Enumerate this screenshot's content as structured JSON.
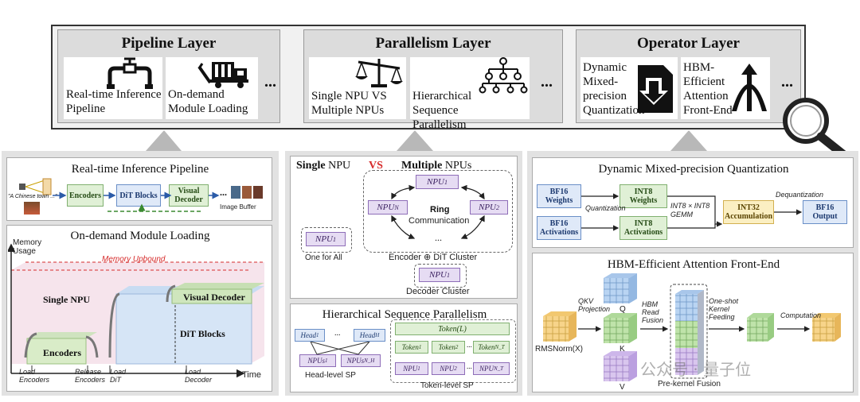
{
  "top": {
    "pipeline": {
      "title": "Pipeline Layer",
      "cards": [
        {
          "text": "Real-time Inference Pipeline",
          "icon": "pipe-icon"
        },
        {
          "text": "On-demand Module Loading",
          "icon": "truck-icon"
        }
      ],
      "more": "..."
    },
    "parallelism": {
      "title": "Parallelism Layer",
      "cards": [
        {
          "text": "Single NPU VS Multiple NPUs",
          "icon": "balance-scale-icon"
        },
        {
          "text": "Hierarchical Sequence Parallelism",
          "icon": "hierarchy-tree-icon"
        }
      ],
      "more": "..."
    },
    "operator": {
      "title": "Operator Layer",
      "cards": [
        {
          "text": "Dynamic Mixed-precision Quantization",
          "icon": "download-file-icon"
        },
        {
          "text": "HBM-Efficient Attention Front-End",
          "icon": "merge-arrow-icon"
        }
      ],
      "more": "..."
    }
  },
  "left": {
    "rt": {
      "title": "Real-time Inference Pipeline",
      "prompt": "\"A Chinese town ...\"",
      "encoders": "Encoders",
      "dit": "DiT Blocks",
      "visual": "Visual Decoder",
      "buffer_dots": "...",
      "buffer_label": "Image Buffer"
    },
    "od": {
      "title": "On-demand Module Loading",
      "y_axis": "Memory Usage",
      "x_axis": "Time",
      "upbound": "Memory Upbound",
      "single_npu": "Single NPU",
      "encoders": "Encoders",
      "dit": "DiT Blocks",
      "visual": "Visual Decoder",
      "events": [
        "Load Encoders",
        "Release Encoders",
        "Load DiT",
        "Load Decoder"
      ]
    }
  },
  "middle": {
    "vs": {
      "single": "Single",
      "npu1": "NPU",
      "vs": "VS",
      "multiple": "Multiple",
      "npu2": "NPUs",
      "npu_one": "NPU",
      "npu_one_sub": "1",
      "one_for_all": "One for All",
      "ring_title": "Ring",
      "ring_sub": "Communication",
      "ring_nodes": [
        {
          "name": "NPU",
          "sub": "1"
        },
        {
          "name": "NPU",
          "sub": "2"
        },
        {
          "name": "NPU",
          "sub": "N"
        }
      ],
      "ring_dots": "...",
      "cluster": "Encoder ⊕ DiT Cluster",
      "decoder_npu": "NPU",
      "decoder_npu_sub": "1",
      "decoder_cluster": "Decoder Cluster"
    },
    "hsp": {
      "title": "Hierarchical Sequence Parallelism",
      "heads": [
        "Head",
        "Head"
      ],
      "head_subs": [
        "1",
        "H"
      ],
      "head_dots": "...",
      "sp_npus": [
        "NPUs",
        "NPUs"
      ],
      "sp_subs": [
        "1",
        "N_H"
      ],
      "head_level": "Head-level SP",
      "token_L": "Token(L)",
      "tokens": [
        "Token",
        "Token",
        "Token"
      ],
      "token_subs": [
        "1",
        "2",
        "N_T"
      ],
      "token_npus": [
        "NPU",
        "NPU",
        "NPU"
      ],
      "token_npu_subs": [
        "1",
        "2",
        "N_T"
      ],
      "dots": "...",
      "token_level": "Token-level SP"
    }
  },
  "right": {
    "dmq": {
      "title": "Dynamic Mixed-precision Quantization",
      "bf16_weights": "BF16 Weights",
      "bf16_acts": "BF16 Activations",
      "int8_weights": "INT8 Weights",
      "int8_acts": "INT8 Activations",
      "quantization": "Quantization",
      "gemm": "INT8 × INT8 GEMM",
      "int32": "INT32 Accumulation",
      "dequant": "Dequantization",
      "bf16_out": "BF16 Output"
    },
    "hbm": {
      "title": "HBM-Efficient Attention Front-End",
      "rmsnorm": "RMSNorm(X)",
      "qkv": "QKV Projection",
      "q": "Q",
      "k": "K",
      "v": "V",
      "hbm_read": "HBM Read Fusion",
      "prekernel": "Pre-kernel Fusion",
      "oneshot": "One-shot Kernel Feeding",
      "computation": "Computation",
      "watermark": "公众号 · 量子位"
    }
  },
  "colors": {
    "blue": "#dfe9f8",
    "green": "#e0f0d6",
    "yellow": "#fbefc2",
    "purple": "#e6dcf3",
    "red": "#d62b2b"
  }
}
